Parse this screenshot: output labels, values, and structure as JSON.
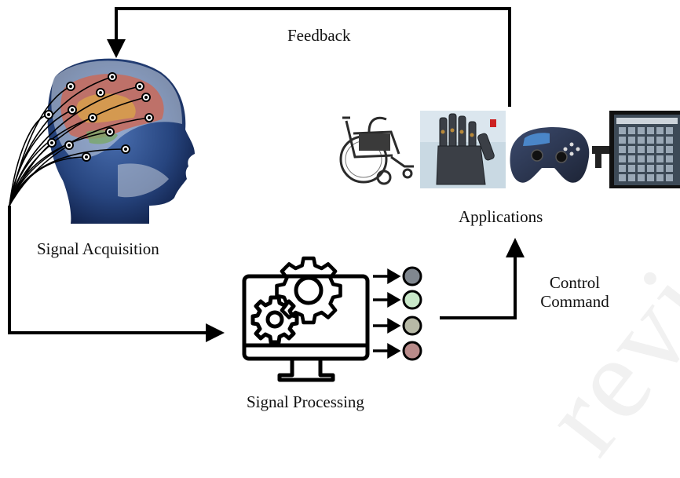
{
  "labels": {
    "feedback": "Feedback",
    "signal_acquisition": "Signal Acquisition",
    "applications": "Applications",
    "control_command_line1": "Control",
    "control_command_line2": "Command",
    "signal_processing": "Signal Processing"
  },
  "watermark": "review",
  "feature_circles": [
    "#80878f",
    "#c9e8c9",
    "#b7b9a6",
    "#b98b8a"
  ],
  "icons": [
    "eeg-head-icon",
    "computer-gears-icon",
    "wheelchair-icon",
    "robotic-hand-icon",
    "game-controller-icon",
    "tablet-keyboard-icon"
  ]
}
